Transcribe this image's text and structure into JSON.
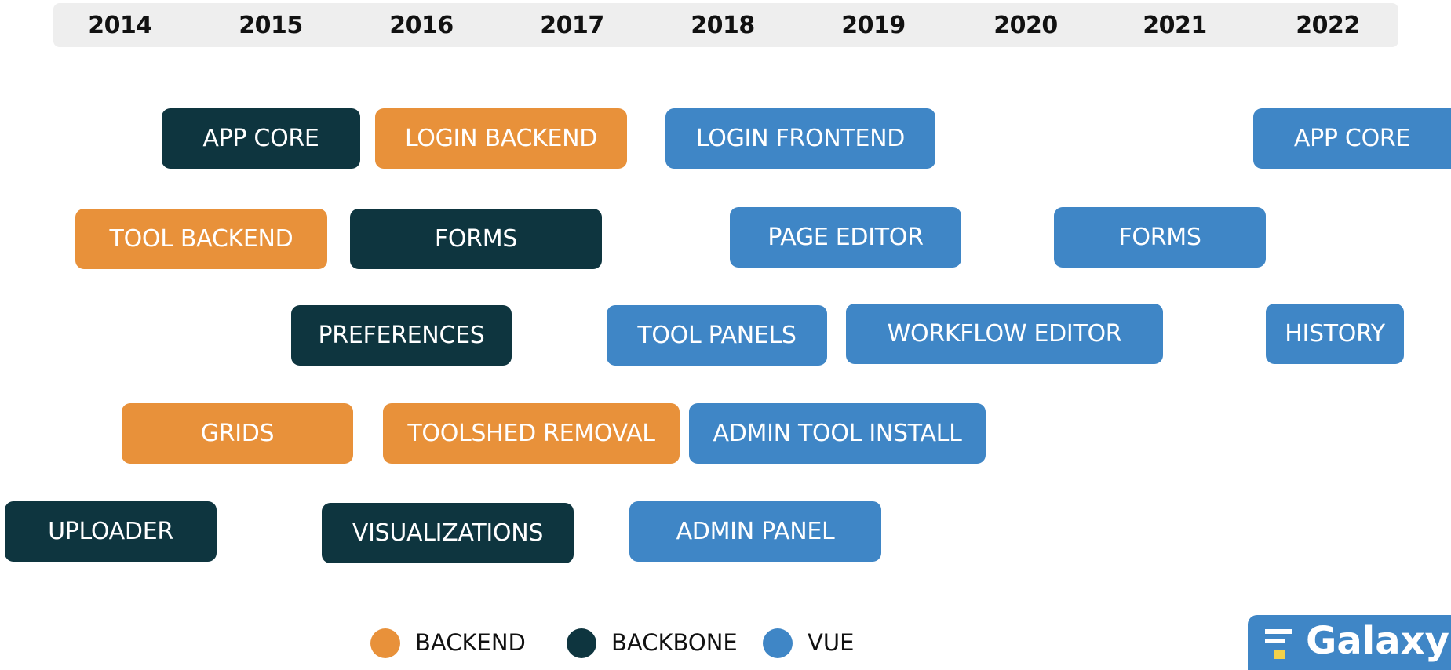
{
  "colors": {
    "backend": "#e8913a",
    "backbone": "#0e353f",
    "vue": "#3f86c6"
  },
  "years": [
    "2014",
    "2015",
    "2016",
    "2017",
    "2018",
    "2019",
    "2020",
    "2021",
    "2022"
  ],
  "blocks": [
    {
      "label": "APP CORE",
      "category": "backbone"
    },
    {
      "label": "LOGIN BACKEND",
      "category": "backend"
    },
    {
      "label": "LOGIN FRONTEND",
      "category": "vue"
    },
    {
      "label": "APP CORE",
      "category": "vue"
    },
    {
      "label": "TOOL BACKEND",
      "category": "backend"
    },
    {
      "label": "FORMS",
      "category": "backbone"
    },
    {
      "label": "PAGE EDITOR",
      "category": "vue"
    },
    {
      "label": "FORMS",
      "category": "vue"
    },
    {
      "label": "PREFERENCES",
      "category": "backbone"
    },
    {
      "label": "TOOL PANELS",
      "category": "vue"
    },
    {
      "label": "WORKFLOW EDITOR",
      "category": "vue"
    },
    {
      "label": "HISTORY",
      "category": "vue"
    },
    {
      "label": "GRIDS",
      "category": "backend"
    },
    {
      "label": "TOOLSHED REMOVAL",
      "category": "backend"
    },
    {
      "label": "ADMIN TOOL INSTALL",
      "category": "vue"
    },
    {
      "label": "UPLOADER",
      "category": "backbone"
    },
    {
      "label": "VISUALIZATIONS",
      "category": "backbone"
    },
    {
      "label": "ADMIN PANEL",
      "category": "vue"
    }
  ],
  "legend": [
    {
      "label": "BACKEND",
      "category": "backend"
    },
    {
      "label": "BACKBONE",
      "category": "backbone"
    },
    {
      "label": "VUE",
      "category": "vue"
    }
  ],
  "logo": {
    "text": "Galaxy"
  }
}
